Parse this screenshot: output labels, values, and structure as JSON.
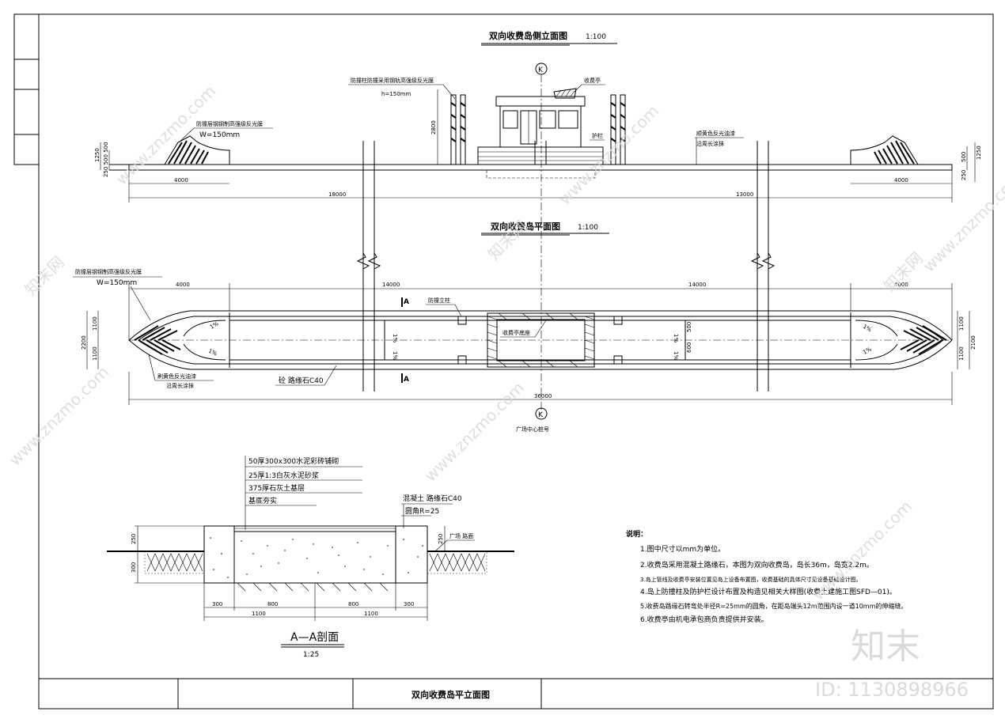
{
  "drawing": {
    "elevation_title": "双向收费岛侧立面图",
    "elevation_scale": "1:100",
    "plan_title": "双向收费岛平面图",
    "plan_scale": "1:100",
    "section_title": "A—A剖面",
    "section_scale": "1:25",
    "axis_label": "K",
    "sheet_title": "双向收费岛平立面图"
  },
  "elevation": {
    "anti_collision_label": "防撞柱防撞采用钢轨高强级反光膜",
    "anti_collision_h": "h=150mm",
    "booth_label": "收费亭",
    "guard_label": "护栏",
    "left_pad_label": "防撞层钢钢制高强级反光膜",
    "left_pad_w": "W=150mm",
    "right_note_1": "顺黄色反光油漆",
    "right_note_2": "沿周长涂抹",
    "dim_2800": "2800",
    "dim_4000_left": "4000",
    "dim_4000_right": "4000",
    "dim_18000": "18000",
    "dim_13000": "13000",
    "dim_1250_left": "1250",
    "dim_250_500_500": "250 500 500",
    "dim_1250_right": "1250",
    "dim_500_right": "500",
    "dim_250_right": "250"
  },
  "plan": {
    "left_pad_label": "防撞层钢钢制高强级反光膜",
    "left_pad_w": "W=150mm",
    "dim_4000_left": "4000",
    "dim_14000_left": "14000",
    "dim_14000_right": "14000",
    "dim_4000_right": "4000",
    "dim_36000": "36000",
    "dim_2200": "2200",
    "dim_1100_a": "1100",
    "dim_1100_b": "1100",
    "dim_2100": "2100",
    "dim_1100_c": "1100",
    "dim_1100_d": "1100",
    "dim_500": "500",
    "dim_600": "600",
    "section_mark_a": "A",
    "section_mark_b": "A",
    "post_label": "防撞立柱",
    "booth_label": "收费亭底座",
    "curb_label": "砼  路缘石C40",
    "paint_label_1": "刷黄色反光油漆",
    "paint_label_2": "沿周长涂抹",
    "slope_1": "1%",
    "slope_2": "1%",
    "slope_3": "1%",
    "slope_4": "1%",
    "slope_5": "1%",
    "slope_6": "1%",
    "slope_7": "1%",
    "slope_8": "1%",
    "center_label": "广场中心桩号"
  },
  "section": {
    "layer_1": "50厚300x300水泥彩砖铺砌",
    "layer_2": "25厚1:3白灰水泥砂浆",
    "layer_3": "375厚石灰土基层",
    "layer_4": "基底夯实",
    "curb_label": "混凝土  路缘石C40",
    "curb_radius": "圆角R=25",
    "road_label": "广场  路面",
    "dim_250_left": "250",
    "dim_300_left": "300",
    "dim_250_right": "250",
    "dim_300_a": "300",
    "dim_800_a": "800",
    "dim_800_b": "800",
    "dim_300_b": "300",
    "dim_1100_a": "1100",
    "dim_1100_b": "1100"
  },
  "notes": {
    "heading": "说明：",
    "items": [
      "1.图中尺寸以mm为单位。",
      "2.收费岛采用混凝土路缘石，本图为双向收费岛，岛长36m，岛宽2.2m。",
      "3.岛上管线及收费亭安装位置见岛上设备布置图，收费基础的具体尺寸见设备基础设计图。",
      "4.岛上防撞柱及防护栏设计布置及构造见相关大样图(收费土建施工图SFD—01)。",
      "5.收费岛路缘石转弯处半径R=25mm的圆角，在距岛端头12m范围内设一道10mm的伸缩缝。",
      "6.收费亭由机电承包商负责提供并安装。"
    ]
  },
  "watermarks": {
    "text_1": "www.znzmo.com",
    "text_2": "知末网",
    "logo": "知末",
    "id": "ID: 1130898966"
  }
}
